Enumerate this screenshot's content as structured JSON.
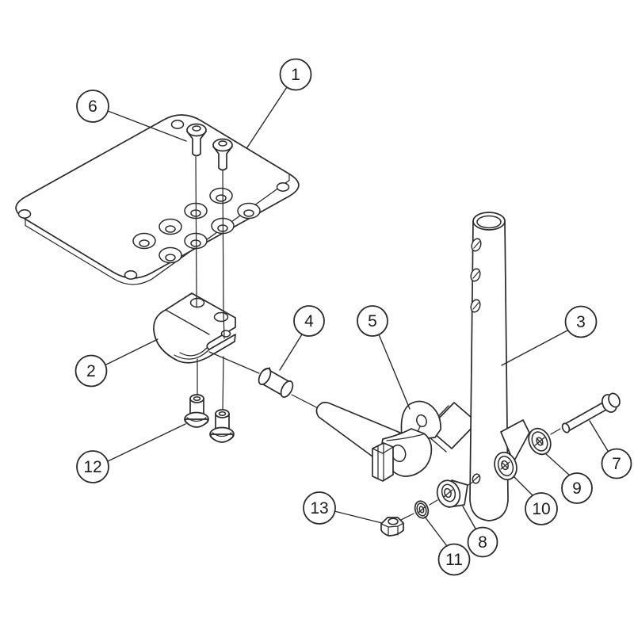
{
  "page": {
    "background_color": "#ffffff",
    "line_color": "#2a2a2a"
  },
  "diagram": {
    "type": "exploded-parts-assembly-drawing",
    "callouts": [
      {
        "number": "1"
      },
      {
        "number": "2"
      },
      {
        "number": "3"
      },
      {
        "number": "4"
      },
      {
        "number": "5"
      },
      {
        "number": "6"
      },
      {
        "number": "7"
      },
      {
        "number": "8"
      },
      {
        "number": "9"
      },
      {
        "number": "10"
      },
      {
        "number": "11"
      },
      {
        "number": "12"
      },
      {
        "number": "13"
      }
    ]
  }
}
